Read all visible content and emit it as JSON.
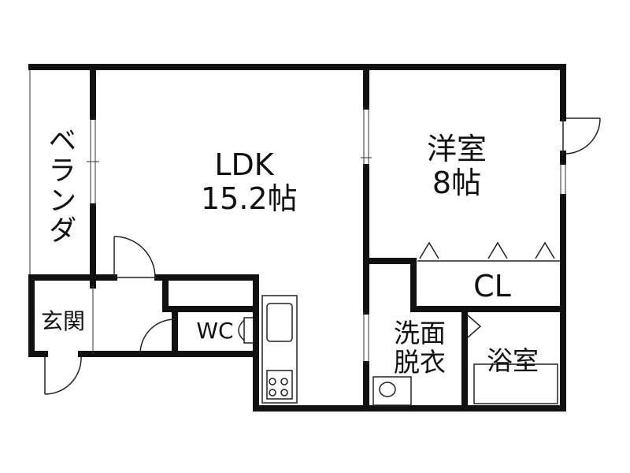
{
  "floor_plan": {
    "rooms": {
      "ldk": {
        "name": "LDK",
        "size": "15.2帖"
      },
      "western_room": {
        "name": "洋室",
        "size": "8帖"
      },
      "closet": {
        "name": "CL"
      },
      "washroom": {
        "line1": "洗面",
        "line2": "脱衣"
      },
      "bathroom": {
        "name": "浴室"
      },
      "toilet": {
        "name": "WC"
      },
      "entrance": {
        "name": "玄関"
      },
      "veranda": {
        "name": "ベランダ"
      }
    },
    "colors": {
      "wall": "#111111",
      "background": "#ffffff"
    }
  }
}
